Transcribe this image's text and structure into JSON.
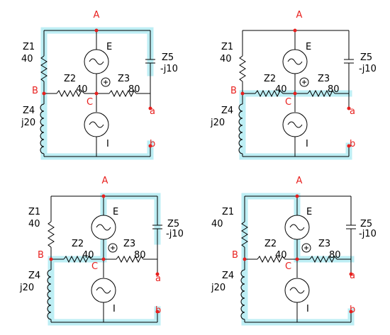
{
  "nodes": {
    "A": "A",
    "B": "B",
    "C": "C",
    "a": "a",
    "b": "b"
  },
  "components": {
    "Z1": {
      "name": "Z1",
      "value": "40"
    },
    "Z2": {
      "name": "Z2",
      "value": "40"
    },
    "Z3": {
      "name": "Z3",
      "value": "80"
    },
    "Z4": {
      "name": "Z4",
      "value": "j20"
    },
    "Z5": {
      "name": "Z5",
      "value": "-j10"
    },
    "E": {
      "name": "E"
    },
    "I": {
      "name": "I"
    }
  },
  "panels": [
    {
      "id": "top-left",
      "highlight": "loop-A-Z5-a-b-Z4-B-Z1-A"
    },
    {
      "id": "top-right",
      "highlight": "loop-B-Z2-C-Z3-a-b-Z4-B"
    },
    {
      "id": "bottom-left",
      "highlight": "loop-A-Z5-a-b-Z4-B-Z2-C-E-A"
    },
    {
      "id": "bottom-right",
      "highlight": "loop-A-E-C-Z3-a-b-Z4-B-Z1-A"
    }
  ],
  "colors": {
    "wire": "#000000",
    "node_label": "#e8201e",
    "highlight": "#bdeef4"
  }
}
